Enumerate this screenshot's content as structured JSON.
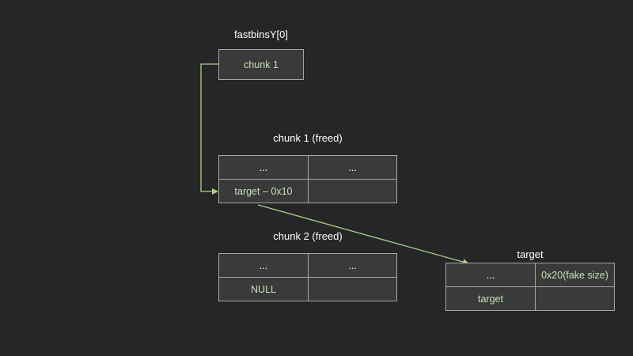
{
  "fastbins": {
    "label": "fastbinsY[0]",
    "slot": "chunk 1"
  },
  "chunk1": {
    "label": "chunk 1 (freed)",
    "cells": [
      "...",
      "...",
      "target – 0x10",
      ""
    ]
  },
  "chunk2": {
    "label": "chunk 2 (freed)",
    "cells": [
      "...",
      "...",
      "NULL",
      ""
    ]
  },
  "target": {
    "label": "target",
    "cells": [
      "...",
      "0x20(fake size)",
      "target",
      ""
    ]
  },
  "colors": {
    "background": "#262626",
    "box_fill": "#3a3a3a",
    "box_border": "#a6a6a6",
    "arrow": "#a9d18e",
    "value_text": "#c5e0b4"
  }
}
